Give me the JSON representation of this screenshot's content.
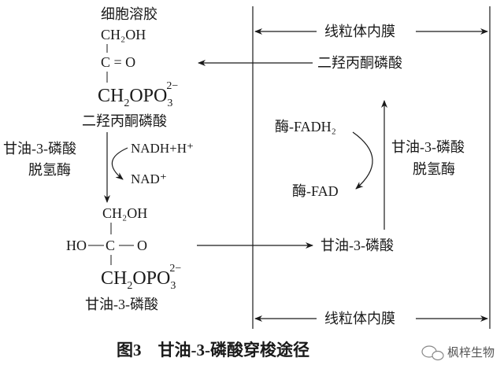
{
  "cytosol_label": "细胞溶胶",
  "dhap": {
    "top": "CH₂OH",
    "middle": "C = O",
    "bottom_main": "CH",
    "bottom_sub": "2",
    "bottom_tail": "OPO",
    "bottom_sub2": "3",
    "bottom_sup": "2−",
    "name": "二羟丙酮磷酸"
  },
  "enzyme_left": {
    "line1": "甘油-3-磷酸",
    "line2": "脱氢酶"
  },
  "cofactor": {
    "in": "NADH+H⁺",
    "out": "NAD⁺"
  },
  "g3p": {
    "top": "CH₂OH",
    "middle_left": "HO",
    "middle_c": "C",
    "middle_right": "O",
    "bottom_main": "CH",
    "bottom_sub": "2",
    "bottom_tail": "OPO",
    "bottom_sub2": "3",
    "bottom_sup": "2−",
    "name": "甘油-3-磷酸"
  },
  "membrane_top": "线粒体内膜",
  "membrane_bottom": "线粒体内膜",
  "right_dhap": "二羟丙酮磷酸",
  "right_g3p": "甘油-3-磷酸",
  "fadh2": "酶-FADH₂",
  "fad": "酶-FAD",
  "enzyme_right": {
    "line1": "甘油-3-磷酸",
    "line2": "脱氢酶"
  },
  "caption": "图3　甘油-3-磷酸穿梭途径",
  "watermark": "枫梓生物"
}
